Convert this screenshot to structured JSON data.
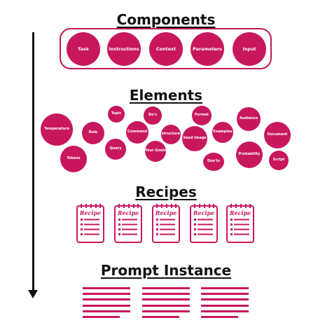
{
  "headings": {
    "components": "Components",
    "elements": "Elements",
    "recipes": "Recipes",
    "prompt_instance": "Prompt Instance"
  },
  "components": [
    "Task",
    "Instructions",
    "Context",
    "Parameters",
    "Input"
  ],
  "elements": {
    "temperature": "Temperature",
    "role": "Role",
    "topic": "Topic",
    "command": "Command",
    "query": "Query",
    "dos": "Do's",
    "structure": "structure",
    "your_goals": "Your Goals",
    "format": "Format",
    "seed_image": "Seed Image",
    "examples": "Examples",
    "donts": "Don'ts",
    "audience": "Audience",
    "probability": "Probability",
    "document": "Document",
    "script": "Script",
    "tokens": "Tokens"
  },
  "recipe_card_label": "Recipe",
  "colors": {
    "accent": "#c8175d",
    "text": "#111111"
  }
}
